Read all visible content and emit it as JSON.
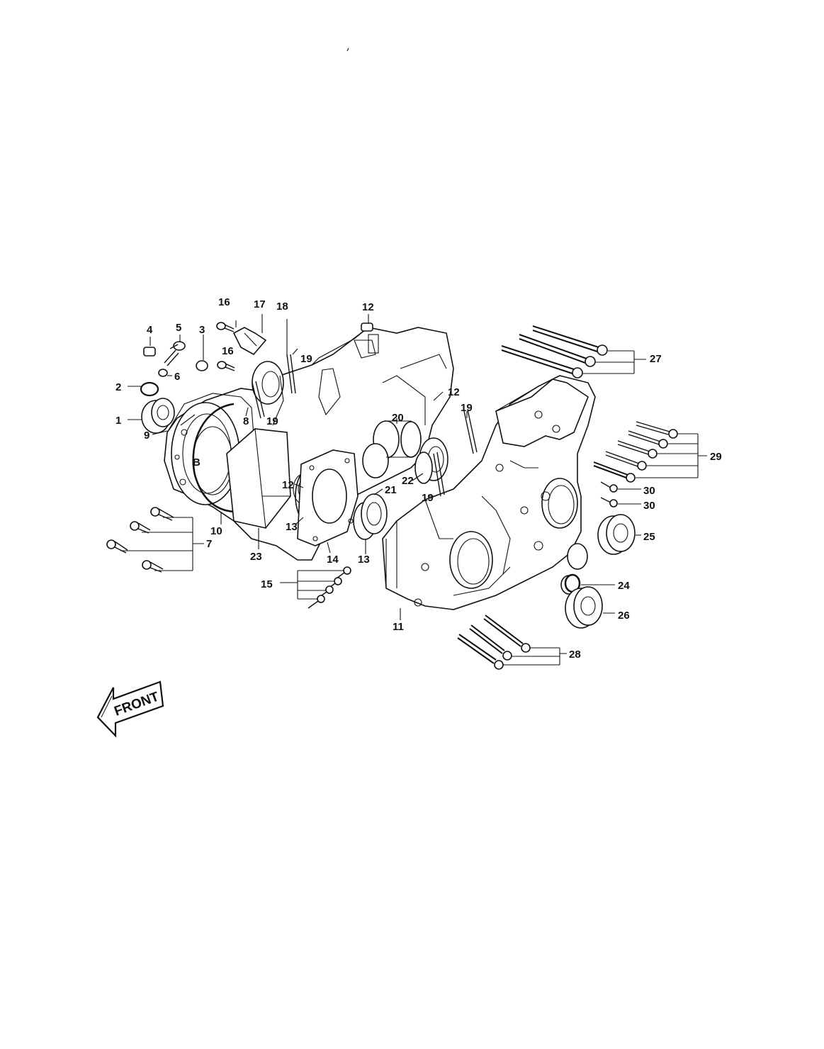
{
  "diagram": {
    "callouts": [
      "1",
      "2",
      "3",
      "4",
      "5",
      "6",
      "7",
      "8",
      "9",
      "10",
      "11",
      "12",
      "13",
      "14",
      "15",
      "16",
      "17",
      "18",
      "19",
      "20",
      "21",
      "22",
      "23",
      "24",
      "25",
      "26",
      "27",
      "28",
      "29",
      "30"
    ],
    "label_B": "B",
    "front_label": "FRONT"
  }
}
